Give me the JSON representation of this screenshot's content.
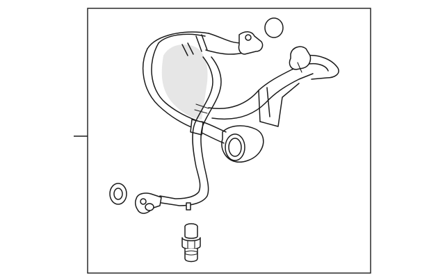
{
  "diagram": {
    "parts": [
      {
        "name": "fuel-hose-assembly"
      },
      {
        "name": "o-ring-upper"
      },
      {
        "name": "o-ring-lower"
      },
      {
        "name": "pressure-sensor"
      }
    ],
    "colors": {
      "line": "#1a1a1a",
      "background": "#ffffff",
      "shade": "#e6e6e6"
    }
  }
}
